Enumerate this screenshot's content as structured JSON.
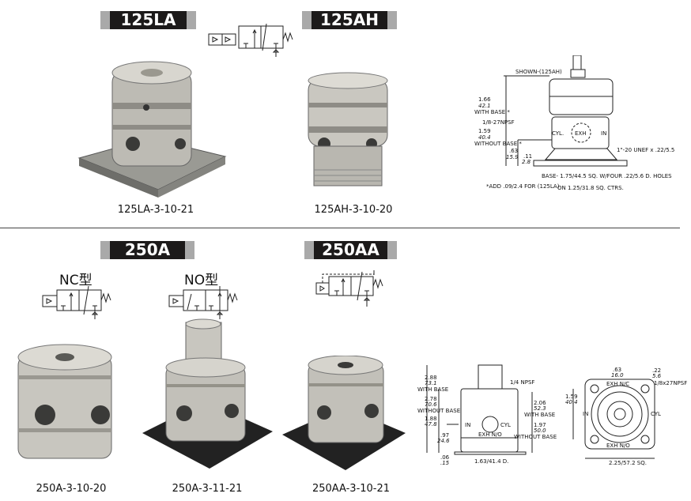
{
  "top": {
    "header_125la": "125LA",
    "header_125ah": "125AH",
    "caption_125la": "125LA-3-10-21",
    "caption_125ah": "125AH-3-10-20",
    "drawing_125": {
      "shown": "SHOWN-(125AH)",
      "h_with_base_in": "1.66",
      "h_with_base_mm": "42.1",
      "with_base": "WITH BASE *",
      "port": "1/8-27NPSF",
      "h_without_base_in": "1.59",
      "h_without_base_mm": "40.4",
      "without_base": "WITHOUT BASE *",
      "h2_in": ".63",
      "h2_mm": "15.9",
      "h3_in": ".11",
      "h3_mm": "2.8",
      "cyl": "CYL.",
      "exh": "EXH",
      "in": "IN",
      "thread": "1\"-20 UNEF x .22/5.5",
      "base": "BASE- 1.75/44.5 SQ. W/FOUR .22/5.6 D. HOLES",
      "ctrs": "ON 1.25/31.8 SQ. CTRS.",
      "note": "*ADD .09/2.4 FOR (125LA)"
    }
  },
  "bottom": {
    "header_250a": "250A",
    "header_250aa": "250AA",
    "nc_label": "NC型",
    "no_label": "NO型",
    "caption_250a_20": "250A-3-10-20",
    "caption_250a_21": "250A-3-11-21",
    "caption_250aa": "250AA-3-10-21",
    "drawing_side": {
      "h1_in": "2.88",
      "h1_mm": "73.1",
      "with_base": "WITH BASE",
      "h2_in": "2.78",
      "h2_mm": "70.6",
      "without_base": "WITHOUT BASE",
      "h3_in": "1.88",
      "h3_mm": "47.8",
      "h4_in": ".97",
      "h4_mm": "24.6",
      "h5_in": ".06",
      "h5_mm": ".15",
      "port": "1/4 NPSF",
      "r1_in": "2.06",
      "r1_mm": "52.3",
      "r_with_base": "WITH BASE",
      "r2_in": "1.97",
      "r2_mm": "50.0",
      "r_without_base": "WITHOUT BASE",
      "in": "IN",
      "cyl": "CYL",
      "exh": "EXH N/O",
      "dia": "1.63/41.4 D."
    },
    "drawing_top": {
      "w1_in": ".63",
      "w1_mm": "16.0",
      "hole_in": ".22",
      "hole_mm": "5.6",
      "port": "1/8x27NPSF",
      "exh_nc": "EXH N/C",
      "exh_no": "EXH N/O",
      "h_in": "1.59",
      "h_mm": "40.4",
      "in": "IN",
      "cyl": "CYL",
      "sq": "2.25/57.2 SQ."
    }
  }
}
